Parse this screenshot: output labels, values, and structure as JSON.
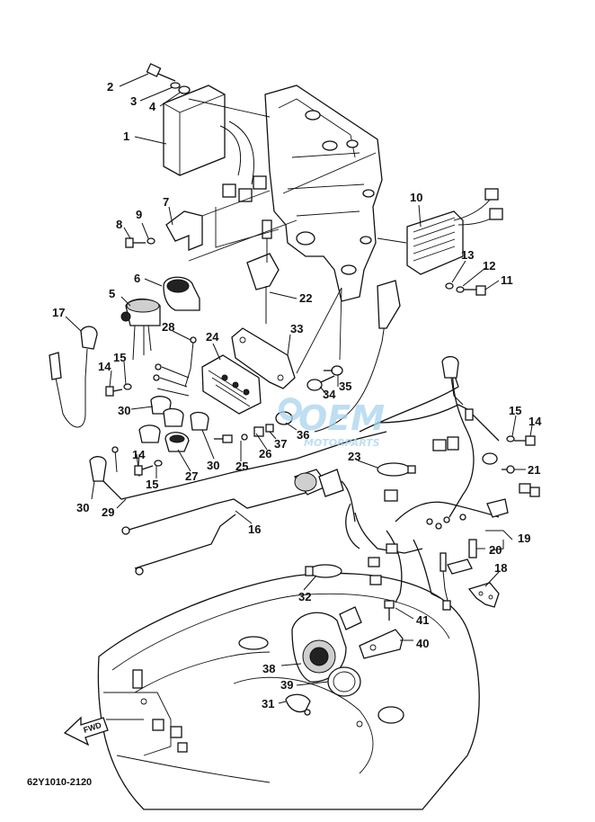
{
  "diagram": {
    "drawing_code": "62Y1010-2120",
    "fwd_label": "FWD",
    "watermark": {
      "logo_text": "OEM",
      "sub_text": "MOTORPARTS",
      "color": "#a9d3ee"
    },
    "callouts": [
      "1",
      "2",
      "3",
      "4",
      "5",
      "6",
      "7",
      "8",
      "9",
      "10",
      "11",
      "12",
      "13",
      "14",
      "15",
      "16",
      "17",
      "18",
      "19",
      "20",
      "21",
      "22",
      "23",
      "24",
      "25",
      "26",
      "27",
      "28",
      "29",
      "30",
      "31",
      "32",
      "33",
      "34",
      "35",
      "36",
      "37",
      "38",
      "39",
      "40",
      "41"
    ],
    "callout_labels": {
      "c1": "1",
      "c2": "2",
      "c3": "3",
      "c4": "4",
      "c5": "5",
      "c6": "6",
      "c7": "7",
      "c8": "8",
      "c9": "9",
      "c10": "10",
      "c11": "11",
      "c12": "12",
      "c13": "13",
      "c14a": "14",
      "c14b": "14",
      "c14c": "14",
      "c15a": "15",
      "c15b": "15",
      "c15c": "15",
      "c16": "16",
      "c17": "17",
      "c18": "18",
      "c19": "19",
      "c20": "20",
      "c21": "21",
      "c22": "22",
      "c23": "23",
      "c24": "24",
      "c25": "25",
      "c26": "26",
      "c27": "27",
      "c28": "28",
      "c29": "29",
      "c30a": "30",
      "c30b": "30",
      "c30c": "30",
      "c31": "31",
      "c32": "32",
      "c33": "33",
      "c34": "34",
      "c35": "35",
      "c36": "36",
      "c37": "37",
      "c38": "38",
      "c39": "39",
      "c40": "40",
      "c41": "41"
    }
  }
}
